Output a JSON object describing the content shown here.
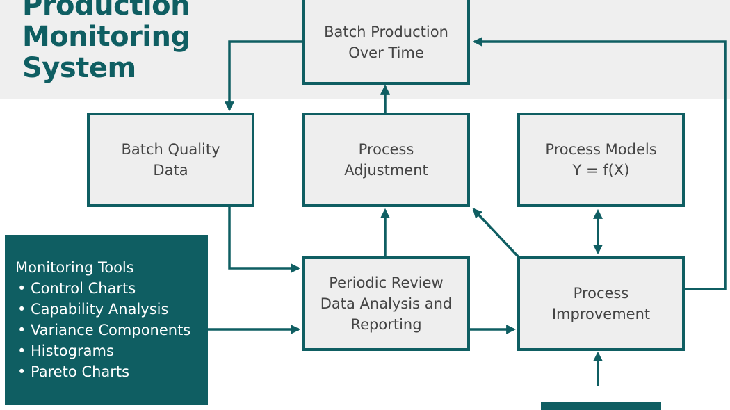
{
  "title": {
    "lines": [
      "Production",
      "Monitoring",
      "System"
    ]
  },
  "boxes": {
    "batch_production": {
      "lines": [
        "Batch Production",
        "Over Time"
      ]
    },
    "batch_quality": {
      "lines": [
        "Batch Quality",
        "Data"
      ]
    },
    "process_adjustment": {
      "lines": [
        "Process",
        "Adjustment"
      ]
    },
    "process_models": {
      "lines": [
        "Process Models",
        "Y = f(X)"
      ]
    },
    "periodic_review": {
      "lines": [
        "Periodic Review",
        "Data Analysis and",
        "Reporting"
      ]
    },
    "process_improvement": {
      "lines": [
        "Process",
        "Improvement"
      ]
    }
  },
  "tools_panel": {
    "heading": "Monitoring Tools",
    "items": [
      "Control Charts",
      "Capability Analysis",
      "Variance Components",
      "Histograms",
      "Pareto Charts"
    ]
  },
  "colors": {
    "accent": "#0f5e62",
    "box_fill": "#eeeeee",
    "header_band": "#efefef",
    "box_text": "#444444"
  }
}
